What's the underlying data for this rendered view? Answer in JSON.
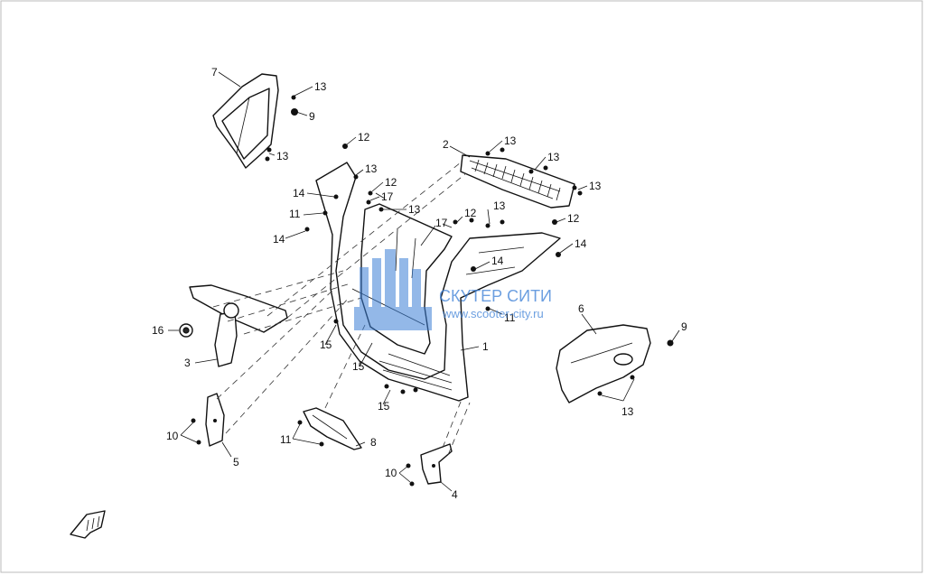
{
  "watermark": {
    "title": "СКУТЕР СИТИ",
    "url": "www.scooter-city.ru",
    "color": "#3b7fd6"
  },
  "callouts": {
    "c1": "1",
    "c2": "2",
    "c3": "3",
    "c4": "4",
    "c5": "5",
    "c6": "6",
    "c7": "7",
    "c8": "8",
    "c9a": "9",
    "c9b": "9",
    "c10a": "10",
    "c10b": "10",
    "c11a": "11",
    "c11b": "11",
    "c11c": "11",
    "c12a": "12",
    "c12b": "12",
    "c12c": "12",
    "c12d": "12",
    "c13a": "13",
    "c13b": "13",
    "c13c": "13",
    "c13d": "13",
    "c13e": "13",
    "c13f": "13",
    "c13g": "13",
    "c13h": "13",
    "c14a": "14",
    "c14b": "14",
    "c14c": "14",
    "c14d": "14",
    "c15a": "15",
    "c15b": "15",
    "c15c": "15",
    "c16": "16",
    "c17a": "17",
    "c17b": "17"
  },
  "icons": {
    "front_arrow": "direction-arrow-icon"
  }
}
